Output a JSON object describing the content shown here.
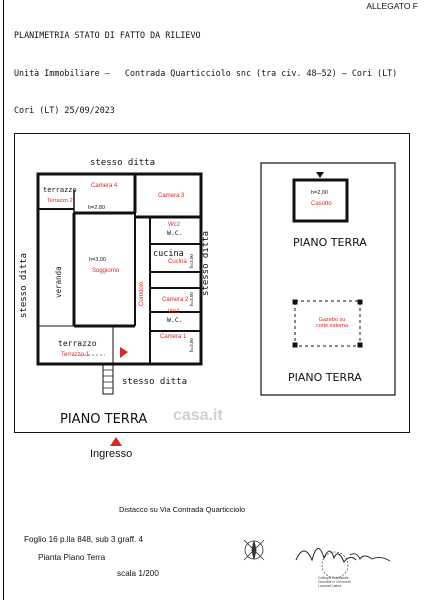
{
  "header": {
    "allegato": "ALLEGATO F",
    "line1": "PLANIMETRIA STATO DI FATTO DA RILIEVO",
    "line2": "Unità Immobiliare –   Contrada Quarticciolo snc (tra civ. 48–52) – Cori (LT)",
    "line3": "Cori (LT) 25/09/2023"
  },
  "plan_left": {
    "stesso_ditta_top": "stesso ditta",
    "stesso_ditta_left": "stesso ditta",
    "stesso_ditta_right": "stesso ditta",
    "stesso_ditta_bottom": "stesso ditta",
    "veranda": "veranda",
    "terrazzo_top": "terrazzo",
    "terrazzo_bottom": "terrazzo",
    "cucina": "cucina",
    "wc1": "W.C.",
    "wc2": "W.C.",
    "h280": "h=2,80",
    "h300": "h=3,00",
    "h300b": "h=3,00",
    "h300c": "h=3,00",
    "h300d": "h=3,00",
    "camera4": "Camera 4",
    "camera3": "Camera 3",
    "camera2": "Camera 2",
    "camera1": "Camera 1",
    "soggiorno": "Soggiorno",
    "corridoio": "Corridoio",
    "cucina_red": "Cucina",
    "wc1_red": "Wc1",
    "wc2_red": "Wc2",
    "terrazzo1": "Terrazzo 1",
    "terrazzo2": "Terrazzo 2",
    "piano_terra": "PIANO TERRA",
    "ingresso": "Ingresso"
  },
  "plan_right": {
    "h200": "h=2,00",
    "casotto": "Casotto",
    "piano_terra_1": "PIANO TERRA",
    "gazebo": "Gazebo su corte esterna",
    "piano_terra_2": "PIANO TERRA"
  },
  "watermark": "casa.it",
  "distacco": "Distacco su Via Contrada Quarticciolo",
  "footer": {
    "foglio": "Foglio 16 p.lla 848, sub 3 graff. 4",
    "pianta": "Pianta Piano Terra",
    "scala": "scala 1/200",
    "stamp_text": "Collegio Provinciale Geometri e Geometri Laureati Latina"
  },
  "colors": {
    "accent_red": "#d42a2a",
    "ink": "#111111"
  }
}
